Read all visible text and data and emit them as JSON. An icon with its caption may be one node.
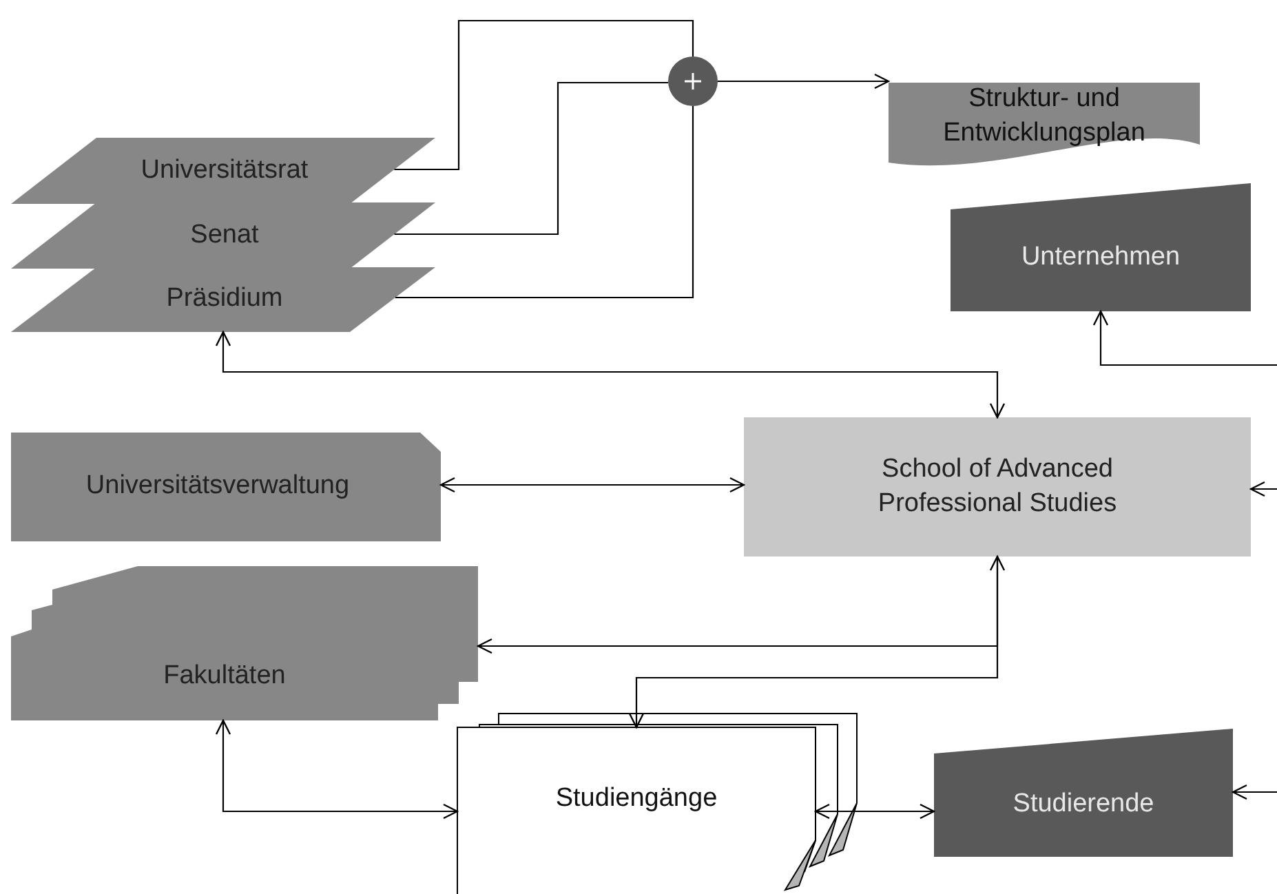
{
  "diagram": {
    "nodes": [
      {
        "text": [
          "Universitätsrat"
        ]
      },
      {
        "text": [
          "Senat"
        ]
      },
      {
        "text": [
          "Präsidium"
        ]
      },
      {
        "text": [],
        "shape": "circle"
      },
      {
        "text": [
          "Struktur- und Entwicklungsplan"
        ]
      },
      {
        "text": [
          "Unternehmen"
        ]
      },
      {
        "text": [
          "School of Advanced Professional Studies"
        ]
      },
      {
        "text": [
          "Universitätsverwaltung"
        ]
      },
      {
        "text": [
          "Fakultäten"
        ]
      },
      {
        "text": [
          "Studiengänge"
        ]
      },
      {
        "text": [
          "Studierende"
        ]
      }
    ],
    "edges": [
      {
        "from": 0,
        "to": 3,
        "arrow": "none"
      },
      {
        "from": 1,
        "to": 3,
        "arrow": "none"
      },
      {
        "from": 2,
        "to": 3,
        "arrow": "none"
      },
      {
        "from": 3,
        "to": 4,
        "arrow": "to"
      },
      {
        "from": 2,
        "to": 6,
        "arrow": "both"
      },
      {
        "from": null,
        "to": 5,
        "arrow": "to"
      },
      {
        "from": 7,
        "to": 6,
        "arrow": "both"
      },
      {
        "from": null,
        "to": 6,
        "arrow": "to"
      },
      {
        "from": 6,
        "to": 8,
        "arrow": "both"
      },
      {
        "from": 6,
        "to": 9,
        "arrow": "to"
      },
      {
        "from": 8,
        "to": 9,
        "arrow": "both"
      },
      {
        "from": 9,
        "to": 10,
        "arrow": "both"
      },
      {
        "from": null,
        "to": 10,
        "arrow": "to"
      }
    ]
  }
}
